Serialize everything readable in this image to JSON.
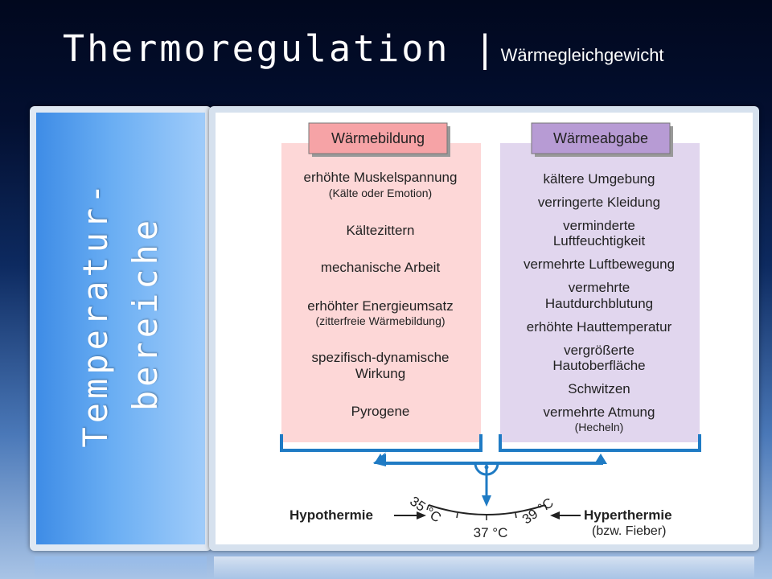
{
  "title": {
    "main": "Thermoregulation",
    "separator": "|",
    "subtitle": "Wärmegleichgewicht"
  },
  "sidebar": {
    "line1": "Temperatur-",
    "line2": "bereiche"
  },
  "diagram": {
    "left_header": "Wärmebildung",
    "right_header": "Wärmeabgabe",
    "left_items": [
      {
        "text": "erhöhte Muskelspannung",
        "small": true
      },
      {
        "text": "(Kälte oder Emotion)",
        "small": true,
        "sub": true
      },
      {
        "text": "Kältezittern"
      },
      {
        "text": "mechanische Arbeit"
      },
      {
        "text": "erhöhter Energieumsatz"
      },
      {
        "text": "(zitterfreie Wärmebildung)",
        "sub": true
      },
      {
        "text": "spezifisch-dynamische"
      },
      {
        "text": "Wirkung"
      },
      {
        "text": "Pyrogene"
      }
    ],
    "right_items": [
      "kältere Umgebung",
      "verringerte Kleidung",
      "verminderte",
      "Luftfeuchtigkeit",
      "vermehrte Luftbewegung",
      "vermehrte",
      "Hautdurchblutung",
      "erhöhte Hauttemperatur",
      "vergrößerte",
      "Hautoberfläche",
      "Schwitzen",
      "vermehrte Atmung",
      "(Hecheln)"
    ],
    "hypothermie": "Hypothermie",
    "hyperthermie": "Hyperthermie",
    "fieber": "(bzw. Fieber)",
    "t35": "35 °C",
    "t37": "37 °C",
    "t39": "39 °C"
  },
  "colors": {
    "left_bg": "#fdd7d7",
    "left_header": "#f6a3a6",
    "right_bg": "#e1d6ee",
    "right_header": "#b79bd4",
    "blue": "#1f7bc4"
  }
}
